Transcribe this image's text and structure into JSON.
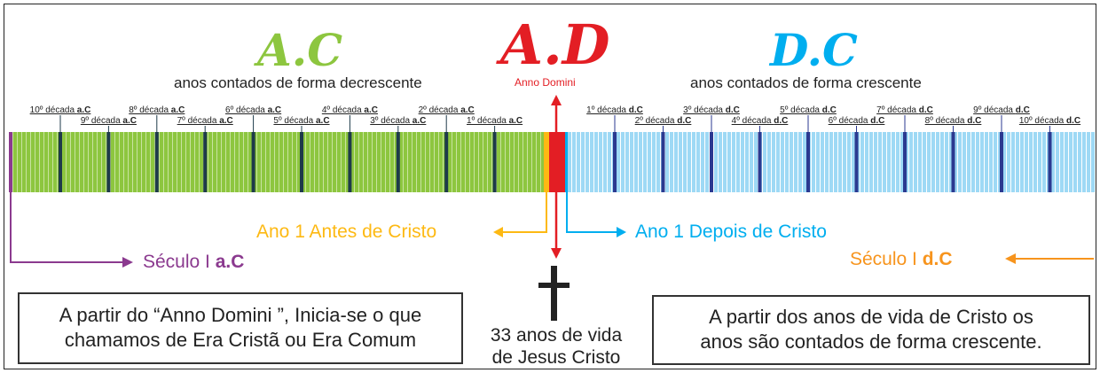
{
  "colors": {
    "ac_green": "#8dc63f",
    "ad_red": "#e31e24",
    "dc_blue": "#00aeef",
    "dc_blue_light": "#9ed9f5",
    "ano1_ac_yellow": "#fdb913",
    "seculo_purple": "#8b3a8f",
    "seculo_orange": "#f7941d",
    "decade_dark_ac": "#1e3a4a",
    "decade_dark_dc": "#2b3990"
  },
  "ac": {
    "title": "A.C",
    "subtitle": "anos contados de forma decrescente"
  },
  "ad": {
    "title": "A.D",
    "subtitle": "Anno Domini"
  },
  "dc": {
    "title": "D.C",
    "subtitle": "anos contados de forma crescente"
  },
  "decades_ac": [
    {
      "label": "10º década",
      "suffix": "a.C",
      "row": 1
    },
    {
      "label": "9º década",
      "suffix": "a.C",
      "row": 2
    },
    {
      "label": "8º década",
      "suffix": "a.C",
      "row": 1
    },
    {
      "label": "7º década",
      "suffix": "a.C",
      "row": 2
    },
    {
      "label": "6º década",
      "suffix": "a.C",
      "row": 1
    },
    {
      "label": "5º década",
      "suffix": "a.C",
      "row": 2
    },
    {
      "label": "4º década",
      "suffix": "a.C",
      "row": 1
    },
    {
      "label": "3º década",
      "suffix": "a.C",
      "row": 2
    },
    {
      "label": "2º década",
      "suffix": "a.C",
      "row": 1
    },
    {
      "label": "1º década",
      "suffix": "a.C",
      "row": 2
    }
  ],
  "decades_dc": [
    {
      "label": "1º década",
      "suffix": "d.C",
      "row": 1
    },
    {
      "label": "2º década",
      "suffix": "d.C",
      "row": 2
    },
    {
      "label": "3º década",
      "suffix": "d.C",
      "row": 1
    },
    {
      "label": "4º década",
      "suffix": "d.C",
      "row": 2
    },
    {
      "label": "5º década",
      "suffix": "d.C",
      "row": 1
    },
    {
      "label": "6º década",
      "suffix": "d.C",
      "row": 2
    },
    {
      "label": "7º década",
      "suffix": "d.C",
      "row": 1
    },
    {
      "label": "8º década",
      "suffix": "d.C",
      "row": 2
    },
    {
      "label": "9º década",
      "suffix": "d.C",
      "row": 1
    },
    {
      "label": "10º década",
      "suffix": "d.C",
      "row": 2
    }
  ],
  "ano1_ac": "Ano 1 Antes de Cristo",
  "ano1_dc": "Ano 1 Depois de Cristo",
  "seculo_ac": {
    "prefix": "Século I ",
    "suffix": "a.C"
  },
  "seculo_dc": {
    "prefix": "Século I ",
    "suffix": "d.C"
  },
  "box_left": {
    "line1": "A partir do “Anno Domini ”, Inicia-se o que",
    "line2": "chamamos de Era Cristã ou Era Comum"
  },
  "cross_caption": {
    "line1": "33 anos de vida",
    "line2": "de Jesus Cristo"
  },
  "box_right": {
    "line1": "A partir dos anos de vida de Cristo os",
    "line2": "anos são contados de forma crescente."
  }
}
